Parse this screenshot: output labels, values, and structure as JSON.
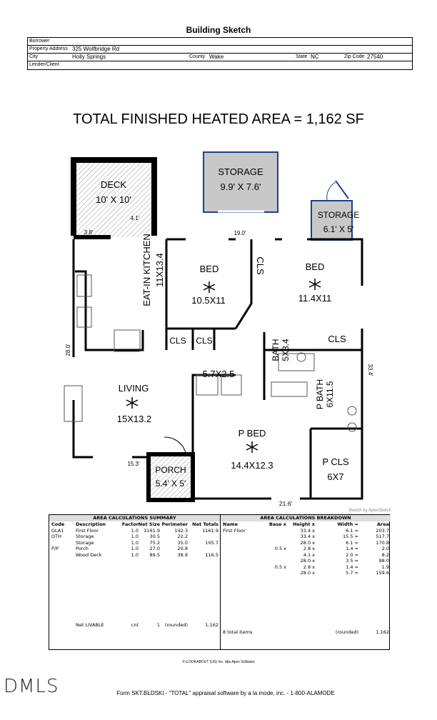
{
  "title": "Building Sketch",
  "header": {
    "borrower_label": "Borrower",
    "address_label": "Property Address",
    "address": "325 Wolfbridge Rd",
    "city_label": "City",
    "city": "Holly Springs",
    "county_label": "County",
    "county": "Wake",
    "state_label": "State",
    "state": "NC",
    "zip_label": "Zip Code",
    "zip": "27540",
    "lender_label": "Lender/Client"
  },
  "total_area": "TOTAL FINISHED HEATED AREA = 1,162 SF",
  "plan": {
    "deck": "DECK",
    "deck_size": "10' X 10'",
    "storage1": "STORAGE",
    "storage1_size": "9.9' X 7.6'",
    "storage2": "STORAGE",
    "storage2_size": "6.1' X 5'",
    "kitchen": "EAT-IN KITCHEN",
    "kitchen_size": "11X13.4",
    "bed1": "BED",
    "bed1_size": "10.5X11",
    "bed2": "BED",
    "bed2_size": "11.4X11",
    "cls1": "CLS",
    "cls2": "CLS",
    "cls3": "CLS",
    "cls4": "CLS",
    "bath": "BATH",
    "bath_size": "5X8.4",
    "pbath": "P BATH",
    "pbath_size": "6X11.5",
    "living": "LIVING",
    "living_size": "15X13.2",
    "laundry": "5.7X2.5",
    "pbed": "P BED",
    "pbed_size": "14.4X12.3",
    "pcls": "P CLS",
    "pcls_size": "6X7",
    "porch": "PORCH",
    "porch_size": "5.4' X 5'",
    "dim_41": "4.1'",
    "dim_38": "3.8'",
    "dim_190": "19.0'",
    "dim_280": "28.0'",
    "dim_334": "33.4'",
    "dim_153": "15.3'",
    "dim_216": "21.6'"
  },
  "apex_credit": "Sketch by ApexSketch",
  "summary": {
    "title": "AREA CALCULATIONS SUMMARY",
    "columns": [
      "Code",
      "Description",
      "Factor",
      "Net Size",
      "Perimeter",
      "Net Totals"
    ],
    "rows": [
      [
        "GLA1",
        "First Floor",
        "1.0",
        "1161.9",
        "142.3",
        "1161.9"
      ],
      [
        "OTH",
        "Storage",
        "1.0",
        "30.5",
        "22.2",
        ""
      ],
      [
        "",
        "Storage",
        "1.0",
        "75.2",
        "35.0",
        "105.7"
      ],
      [
        "P/P",
        "Porch",
        "1.0",
        "27.0",
        "20.8",
        ""
      ],
      [
        "",
        "Wood Deck",
        "1.0",
        "89.5",
        "38.9",
        "116.5"
      ]
    ],
    "footer": [
      "",
      "Net LIVABLE",
      "cnt",
      "1",
      "(rounded)",
      "1,162"
    ]
  },
  "breakdown": {
    "title": "AREA CALCULATIONS BREAKDOWN",
    "columns": [
      "Name",
      "Base  x",
      "Height  x",
      "Width  =",
      "Area"
    ],
    "rows": [
      [
        "First Floor",
        "",
        "33.4  x",
        "6.1  =",
        "203.7"
      ],
      [
        "",
        "",
        "33.4  x",
        "15.5  =",
        "517.7"
      ],
      [
        "",
        "",
        "28.0  x",
        "6.1  =",
        "170.8"
      ],
      [
        "",
        "0.5  x",
        "2.8  x",
        "1.4  =",
        "2.0"
      ],
      [
        "",
        "",
        "4.1  x",
        "2.0  =",
        "8.2"
      ],
      [
        "",
        "",
        "28.0  x",
        "3.5  =",
        "98.0"
      ],
      [
        "",
        "0.5  x",
        "2.8  x",
        "1.4  =",
        "1.9"
      ],
      [
        "",
        "",
        "28.0  x",
        "5.7  =",
        "159.6"
      ]
    ],
    "footer": [
      "8 total items",
      "(rounded)",
      "1,162"
    ]
  },
  "copyright": "© iLOOKABOUT (US) Inc. dba Apex Software",
  "logo": "DMLS",
  "form_line": "Form SKT.BLDSKI - \"TOTAL\" appraisal software by a la mode, inc. - 1-800-ALAMODE"
}
